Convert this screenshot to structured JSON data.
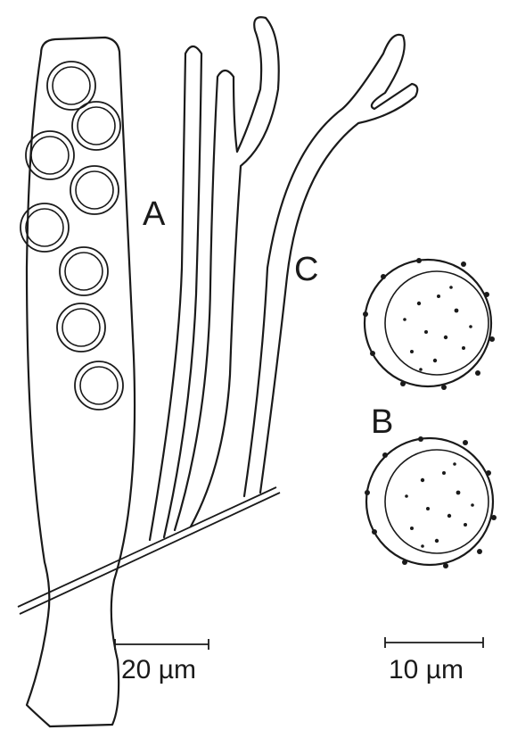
{
  "labels": {
    "ascus": "A",
    "ascospores": "B",
    "paraphyses": "C"
  },
  "scale_bars": {
    "left": "20 µm",
    "right": "10 µm"
  },
  "colors": {
    "ink": "#1a1a1a",
    "background": "#ffffff"
  }
}
